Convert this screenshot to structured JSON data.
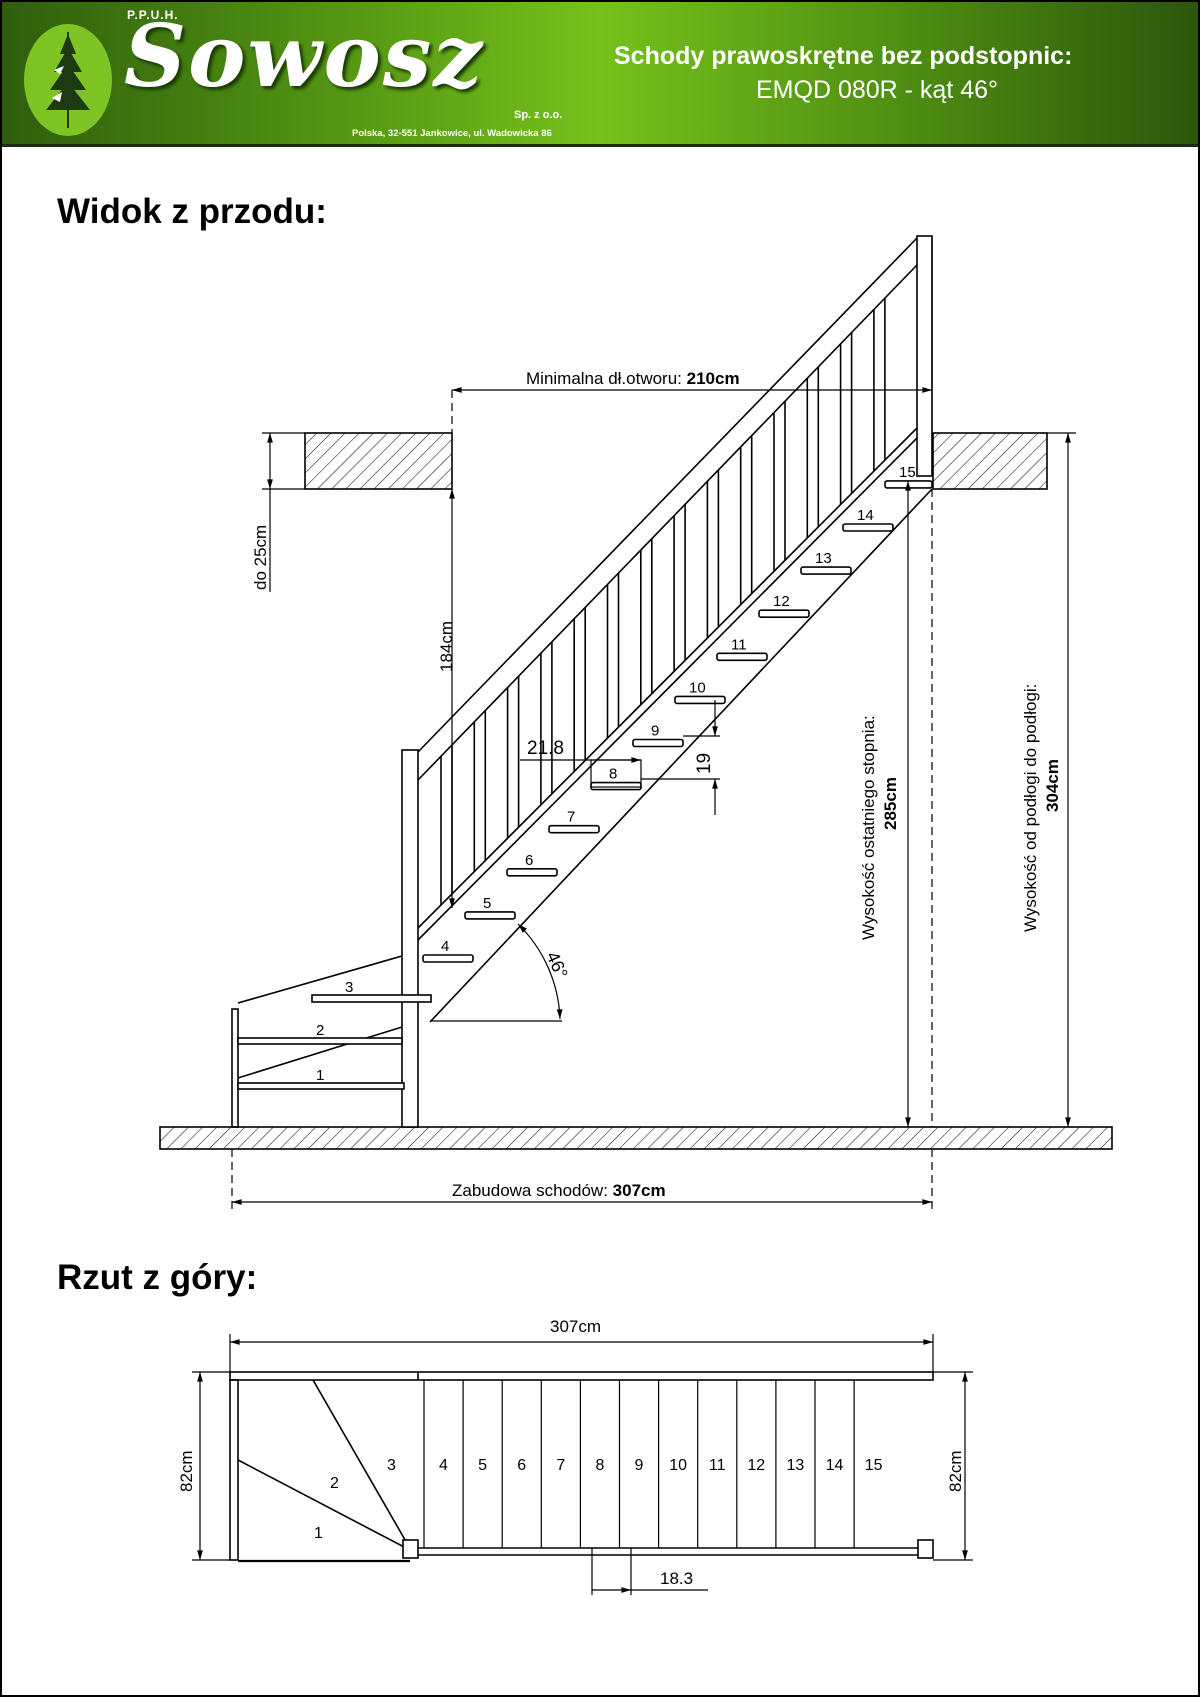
{
  "header": {
    "company_prefix": "P.P.U.H.",
    "company_name": "Sowosz",
    "company_suffix": "Sp. z o.o.",
    "address": "Polska, 32-551 Jankowice, ul. Wadowicka 86",
    "title_line1": "Schody prawoskrętne bez podstopnic:",
    "title_line2": "EMQD 080R - kąt 46°",
    "colors": {
      "green_dark": "#2f5e0c",
      "green_light": "#76c11c"
    }
  },
  "front_view": {
    "heading": "Widok z przodu:",
    "opening_label": "Minimalna dł.otworu: ",
    "opening_value": "210cm",
    "ceiling_thickness": "do 25cm",
    "headroom": "184cm",
    "tread_depth": "21.8",
    "riser_height": "19",
    "angle": "46°",
    "last_step_label": "Wysokość ostatniego stopnia:",
    "last_step_value": "285cm",
    "floor_to_floor_label": "Wysokość od podłogi do podłogi:",
    "floor_to_floor_value": "304cm",
    "build_length_label": "Zabudowa schodów: ",
    "build_length_value": "307cm",
    "steps": [
      "1",
      "2",
      "3",
      "4",
      "5",
      "6",
      "7",
      "8",
      "9",
      "10",
      "11",
      "12",
      "13",
      "14",
      "15"
    ]
  },
  "top_view": {
    "heading": "Rzut z góry:",
    "length": "307cm",
    "width_left": "82cm",
    "width_right": "82cm",
    "tread_run": "18.3",
    "steps": [
      "1",
      "2",
      "3",
      "4",
      "5",
      "6",
      "7",
      "8",
      "9",
      "10",
      "11",
      "12",
      "13",
      "14",
      "15"
    ]
  }
}
